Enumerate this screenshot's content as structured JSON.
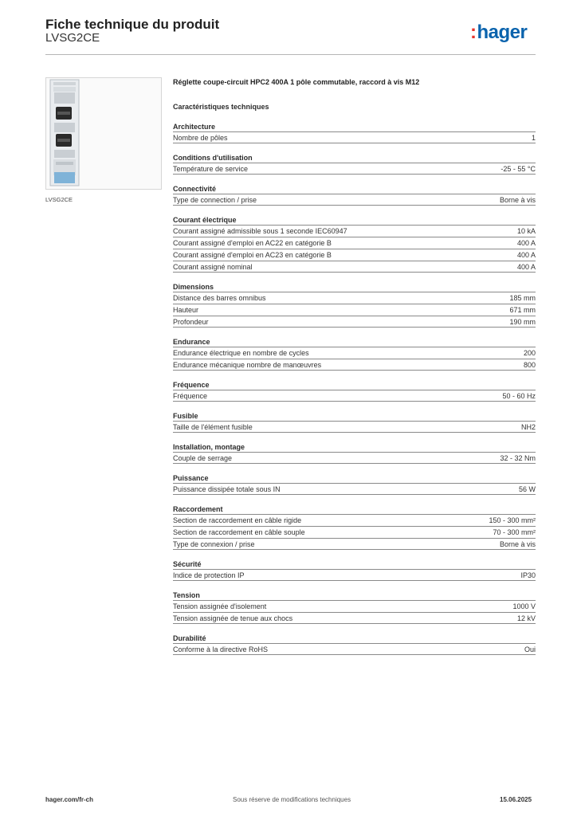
{
  "header": {
    "title": "Fiche technique du produit",
    "reference": "LVSG2CE",
    "logo_colon": ":",
    "logo_text": "hager"
  },
  "product": {
    "image_caption": "LVSG2CE",
    "description": "Réglette coupe-circuit HPC2 400A 1 pôle commutable, raccord à vis M12",
    "spec_title": "Caractéristiques techniques"
  },
  "categories": [
    {
      "name": "Architecture",
      "rows": [
        {
          "label": "Nombre de pôles",
          "value": "1"
        }
      ]
    },
    {
      "name": "Conditions d'utilisation",
      "rows": [
        {
          "label": "Température de service",
          "value": "-25 - 55 °C"
        }
      ]
    },
    {
      "name": "Connectivité",
      "rows": [
        {
          "label": "Type de connection / prise",
          "value": "Borne à vis"
        }
      ]
    },
    {
      "name": "Courant électrique",
      "rows": [
        {
          "label": "Courant assigné admissible sous 1 seconde IEC60947",
          "value": "10 kA"
        },
        {
          "label": "Courant assigné d'emploi en AC22 en catégorie B",
          "value": "400 A"
        },
        {
          "label": "Courant assigné d'emploi en AC23 en catégorie B",
          "value": "400 A"
        },
        {
          "label": "Courant assigné nominal",
          "value": "400 A"
        }
      ]
    },
    {
      "name": "Dimensions",
      "rows": [
        {
          "label": "Distance des barres omnibus",
          "value": "185 mm"
        },
        {
          "label": "Hauteur",
          "value": "671 mm"
        },
        {
          "label": "Profondeur",
          "value": "190 mm"
        }
      ]
    },
    {
      "name": "Endurance",
      "rows": [
        {
          "label": "Endurance électrique en nombre de cycles",
          "value": "200"
        },
        {
          "label": "Endurance mécanique nombre de manœuvres",
          "value": "800"
        }
      ]
    },
    {
      "name": "Fréquence",
      "rows": [
        {
          "label": "Fréquence",
          "value": "50 - 60 Hz"
        }
      ]
    },
    {
      "name": "Fusible",
      "rows": [
        {
          "label": "Taille de l'élément fusible",
          "value": "NH2"
        }
      ]
    },
    {
      "name": "Installation, montage",
      "rows": [
        {
          "label": "Couple de serrage",
          "value": "32 - 32 Nm"
        }
      ]
    },
    {
      "name": "Puissance",
      "rows": [
        {
          "label": "Puissance dissipée totale sous IN",
          "value": "56 W"
        }
      ]
    },
    {
      "name": "Raccordement",
      "rows": [
        {
          "label": "Section de raccordement en câble rigide",
          "value": "150 - 300 mm²"
        },
        {
          "label": "Section de raccordement en câble souple",
          "value": "70 - 300 mm²"
        },
        {
          "label": "Type de connexion / prise",
          "value": "Borne à vis"
        }
      ]
    },
    {
      "name": "Sécurité",
      "rows": [
        {
          "label": "Indice de protection IP",
          "value": "IP30"
        }
      ]
    },
    {
      "name": "Tension",
      "rows": [
        {
          "label": "Tension assignée d'isolement",
          "value": "1000 V"
        },
        {
          "label": "Tension assignée de tenue aux chocs",
          "value": "12 kV"
        }
      ]
    },
    {
      "name": "Durabilité",
      "rows": [
        {
          "label": "Conforme à la directive RoHS",
          "value": "Oui"
        }
      ]
    }
  ],
  "footer": {
    "website": "hager.com/fr-ch",
    "notice": "Sous réserve de modifications techniques",
    "date": "15.06.2025"
  }
}
